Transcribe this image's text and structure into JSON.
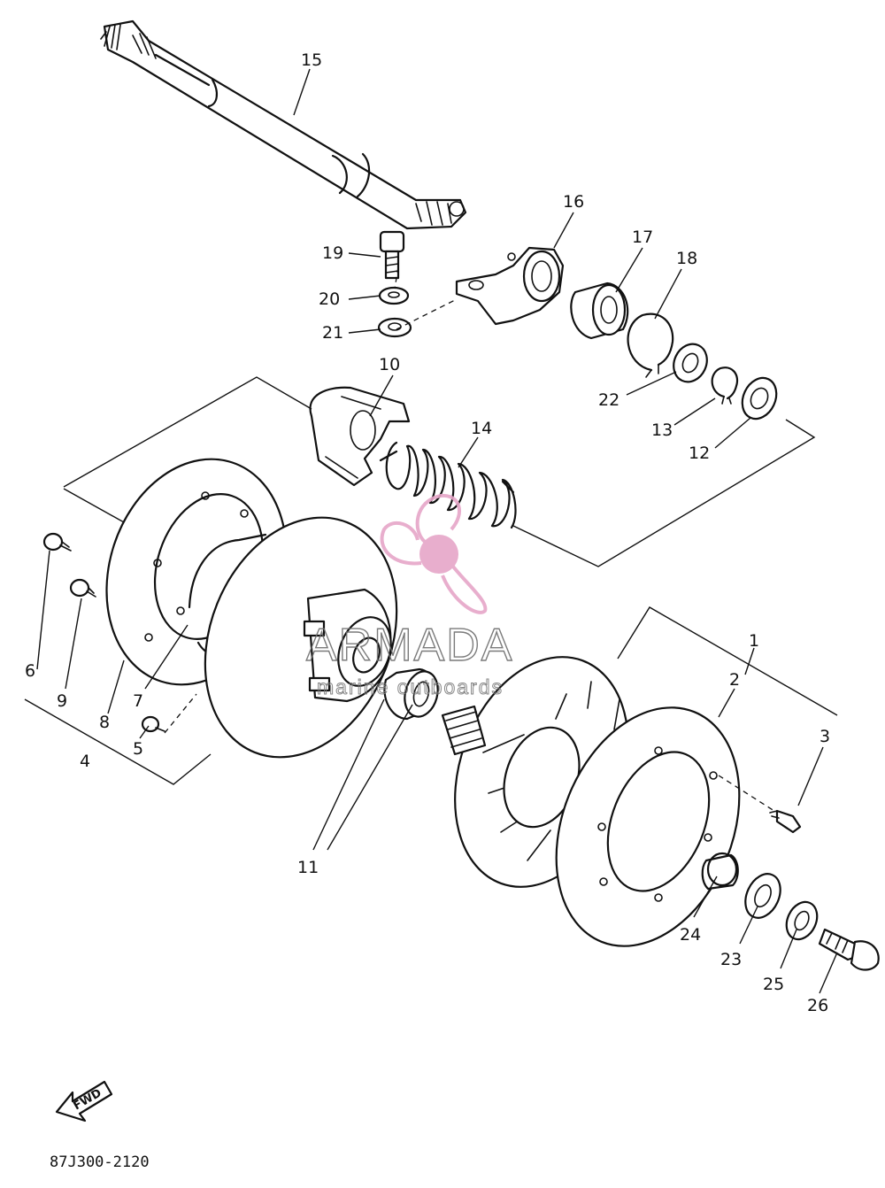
{
  "diagram": {
    "drawing_code": "87J300-2120",
    "direction_label": "FWD",
    "callouts": [
      {
        "id": "1",
        "label": "1"
      },
      {
        "id": "2",
        "label": "2"
      },
      {
        "id": "3",
        "label": "3"
      },
      {
        "id": "4",
        "label": "4"
      },
      {
        "id": "5",
        "label": "5"
      },
      {
        "id": "6",
        "label": "6"
      },
      {
        "id": "7",
        "label": "7"
      },
      {
        "id": "8",
        "label": "8"
      },
      {
        "id": "9",
        "label": "9"
      },
      {
        "id": "10",
        "label": "10"
      },
      {
        "id": "11",
        "label": "11"
      },
      {
        "id": "12",
        "label": "12"
      },
      {
        "id": "13",
        "label": "13"
      },
      {
        "id": "14",
        "label": "14"
      },
      {
        "id": "15",
        "label": "15"
      },
      {
        "id": "16",
        "label": "16"
      },
      {
        "id": "17",
        "label": "17"
      },
      {
        "id": "18",
        "label": "18"
      },
      {
        "id": "19",
        "label": "19"
      },
      {
        "id": "20",
        "label": "20"
      },
      {
        "id": "21",
        "label": "21"
      },
      {
        "id": "22",
        "label": "22"
      },
      {
        "id": "23",
        "label": "23"
      },
      {
        "id": "24",
        "label": "24"
      },
      {
        "id": "25",
        "label": "25"
      },
      {
        "id": "26",
        "label": "26"
      }
    ]
  },
  "watermark": {
    "brand": "ARMADA",
    "tagline": "marine outboards",
    "logo_color": "#e6a6c8",
    "text_color": "#6d6d6d"
  }
}
